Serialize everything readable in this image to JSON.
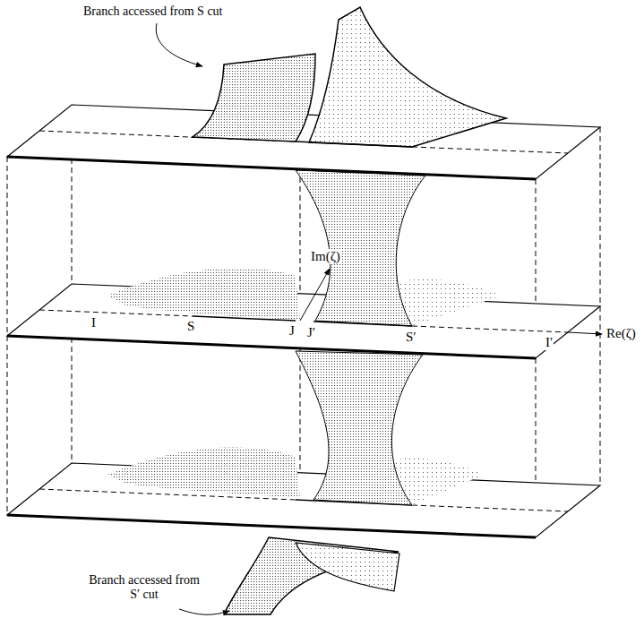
{
  "diagram": {
    "labels": [
      "Branch accessed from S cut",
      "Im(ζ)",
      "I",
      "S",
      "J",
      "J′",
      "S′",
      "I′",
      "Re(ζ)",
      "Branch accessed from S′ cut"
    ]
  }
}
